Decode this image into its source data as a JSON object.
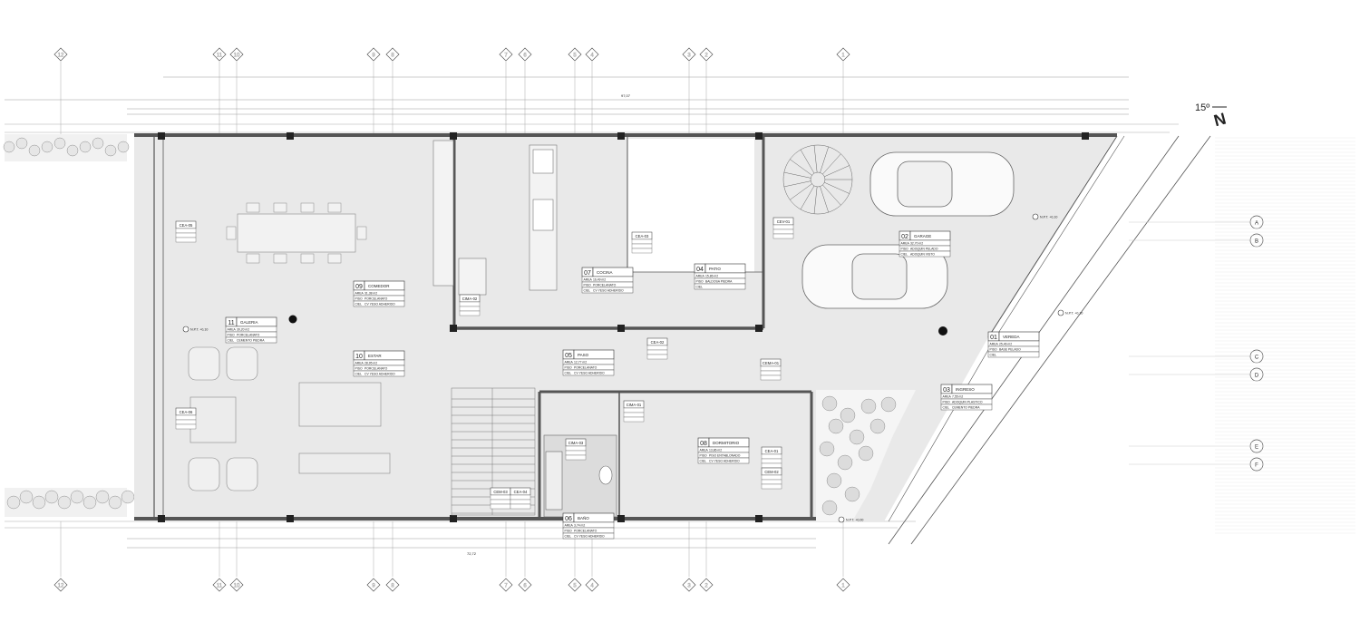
{
  "grid_columns": {
    "top": [
      "12",
      "11",
      "10",
      "9",
      "8",
      "7",
      "6",
      "5",
      "4",
      "3",
      "2",
      "1"
    ],
    "bottom": [
      "12",
      "11",
      "10",
      "9",
      "8",
      "7",
      "6",
      "5",
      "4",
      "3",
      "2",
      "1"
    ]
  },
  "grid_rows": [
    "A",
    "B",
    "C",
    "D",
    "E",
    "F"
  ],
  "north": {
    "angle_label": "15º",
    "letter": "N"
  },
  "rooms": [
    {
      "num": "01",
      "name": "VEREDA",
      "area": "25,46 m2",
      "piso": "BASE PELADO",
      "cielo": ""
    },
    {
      "num": "02",
      "name": "GARAGE",
      "area": "32,70 m2",
      "piso": "ADOQUIN PELADO",
      "cielo": "ADOQUIN VISTO"
    },
    {
      "num": "03",
      "name": "INGRESO",
      "area": "7,55 m2",
      "piso": "ADOQUIN PLASTICO",
      "cielo": "CEMENTO PIEDRA"
    },
    {
      "num": "04",
      "name": "PATIO",
      "area": "15,86 m2",
      "piso": "BALDOSA PIEDRA",
      "cielo": ""
    },
    {
      "num": "05",
      "name": "PASO",
      "area": "12,77 m2",
      "piso": "PORCELANATO",
      "cielo": "CV YESO ADHERIDO"
    },
    {
      "num": "06",
      "name": "BAÑO",
      "area": "3,74 m2",
      "piso": "PORCELANATO",
      "cielo": "CV YESO ADHERIDO"
    },
    {
      "num": "07",
      "name": "COCINA",
      "area": "16,49 m2",
      "piso": "PORCELANATO",
      "cielo": "CV YESO ADHERIDO"
    },
    {
      "num": "08",
      "name": "DORMITORIO",
      "area": "13,86 m2",
      "piso": "PISO ENTABLONADO",
      "cielo": "CV YESO ADHERIDO"
    },
    {
      "num": "09",
      "name": "COMEDOR",
      "area": "31,38 m2",
      "piso": "PORCELANATO",
      "cielo": "CV YESO ADHERIDO"
    },
    {
      "num": "10",
      "name": "ESTAR",
      "area": "28,95 m2",
      "piso": "PORCELANATO",
      "cielo": "CV YESO ADHERIDO"
    },
    {
      "num": "11",
      "name": "GALERIA",
      "area": "39,20 m2",
      "piso": "PORCELANATO",
      "cielo": "CEMENTO PIEDRA"
    }
  ],
  "tags": {
    "cea05": "CEA-05",
    "cea06": "CEA-06",
    "cima02": "CIMA-02",
    "cea03": "CEA-03",
    "cev01": "CEV-01",
    "cea02": "CEA-02",
    "cema01": "CEMA-01",
    "cima01": "CIMA-01",
    "cima03": "CIMA-03",
    "cem03": "CEM-03",
    "cea04": "CEA-04",
    "cea01": "CEA-01",
    "cem02": "CEM-02"
  },
  "levels": [
    "N.P.T. +0,10",
    "N.P.T. +0,10",
    "N.P.T. +0,10",
    "N.P.T. +0,00"
  ],
  "dims": {
    "total": "97,07",
    "bottom_total": "72,72"
  }
}
